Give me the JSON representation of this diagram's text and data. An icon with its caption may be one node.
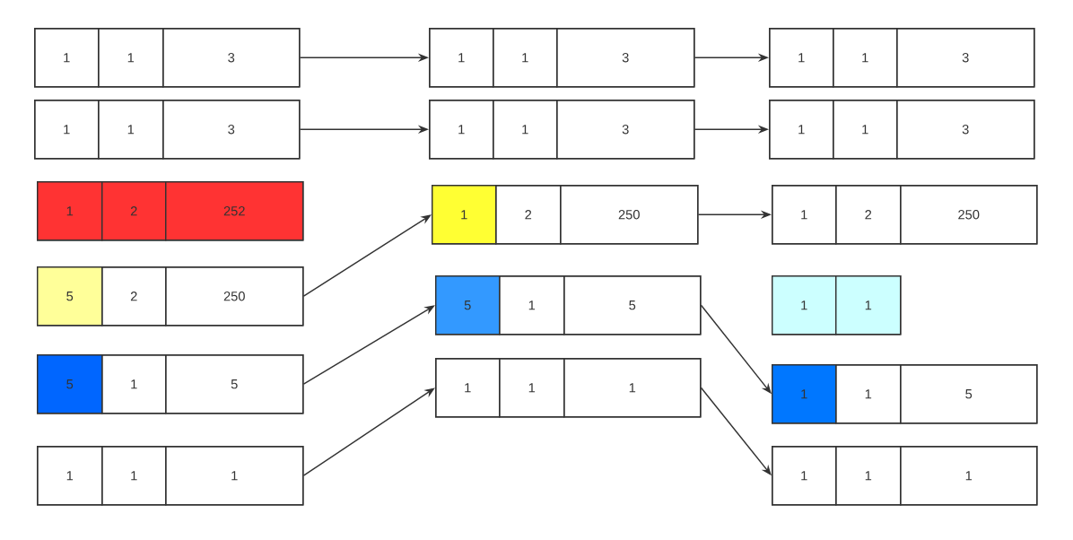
{
  "diagram": {
    "nodes": [
      {
        "text": [],
        "shape": "box"
      },
      {
        "text": [
          "1"
        ],
        "in": 0
      },
      {
        "text": [
          "1"
        ],
        "in": 0
      },
      {
        "text": [
          "3"
        ],
        "in": 0
      },
      {
        "text": [],
        "shape": "box"
      },
      {
        "text": [
          "1"
        ],
        "in": 4
      },
      {
        "text": [
          "1"
        ],
        "in": 4
      },
      {
        "text": [
          "3"
        ],
        "in": 4
      },
      {
        "text": [],
        "shape": "box"
      },
      {
        "text": [
          "1"
        ],
        "in": 8
      },
      {
        "text": [
          "2"
        ],
        "in": 8
      },
      {
        "text": [
          "252"
        ],
        "in": 8
      },
      {
        "text": [],
        "shape": "box"
      },
      {
        "text": [
          "5"
        ],
        "in": 12
      },
      {
        "text": [
          "2"
        ],
        "in": 12
      },
      {
        "text": [
          "250"
        ],
        "in": 12
      },
      {
        "text": [],
        "shape": "box"
      },
      {
        "text": [
          "5"
        ],
        "in": 16
      },
      {
        "text": [
          "1"
        ],
        "in": 16
      },
      {
        "text": [
          "5"
        ],
        "in": 16
      },
      {
        "text": [],
        "shape": "box"
      },
      {
        "text": [
          "1"
        ],
        "in": 20
      },
      {
        "text": [
          "1"
        ],
        "in": 20
      },
      {
        "text": [
          "1"
        ],
        "in": 20
      },
      {
        "text": [],
        "shape": "box"
      },
      {
        "text": [
          "1"
        ],
        "in": 24
      },
      {
        "text": [
          "1"
        ],
        "in": 24
      },
      {
        "text": [
          "3"
        ],
        "in": 24
      },
      {
        "text": [],
        "shape": "box"
      },
      {
        "text": [
          "1"
        ],
        "in": 28
      },
      {
        "text": [
          "1"
        ],
        "in": 28
      },
      {
        "text": [
          "3"
        ],
        "in": 28
      },
      {
        "text": [],
        "shape": "box"
      },
      {
        "text": [
          "1"
        ],
        "in": 32
      },
      {
        "text": [
          "2"
        ],
        "in": 32
      },
      {
        "text": [
          "250"
        ],
        "in": 32
      },
      {
        "text": [],
        "shape": "box"
      },
      {
        "text": [
          "5"
        ],
        "in": 36
      },
      {
        "text": [
          "1"
        ],
        "in": 36
      },
      {
        "text": [
          "5"
        ],
        "in": 36
      },
      {
        "text": [],
        "shape": "box"
      },
      {
        "text": [
          "1"
        ],
        "in": 40
      },
      {
        "text": [
          "1"
        ],
        "in": 40
      },
      {
        "text": [
          "1"
        ],
        "in": 40
      },
      {
        "text": [],
        "shape": "box"
      },
      {
        "text": [
          "1"
        ],
        "in": 44
      },
      {
        "text": [
          "1"
        ],
        "in": 44
      },
      {
        "text": [
          "3"
        ],
        "in": 44
      },
      {
        "text": [],
        "shape": "box"
      },
      {
        "text": [
          "1"
        ],
        "in": 48
      },
      {
        "text": [
          "1"
        ],
        "in": 48
      },
      {
        "text": [
          "3"
        ],
        "in": 48
      },
      {
        "text": [],
        "shape": "box"
      },
      {
        "text": [
          "1"
        ],
        "in": 52
      },
      {
        "text": [
          "2"
        ],
        "in": 52
      },
      {
        "text": [
          "250"
        ],
        "in": 52
      },
      {
        "text": [],
        "shape": "box"
      },
      {
        "text": [
          "1"
        ],
        "in": 56
      },
      {
        "text": [
          "1"
        ],
        "in": 56
      },
      {
        "text": [],
        "shape": "box"
      },
      {
        "text": [
          "1"
        ],
        "in": 59
      },
      {
        "text": [
          "1"
        ],
        "in": 59
      },
      {
        "text": [
          "5"
        ],
        "in": 59
      },
      {
        "text": [],
        "shape": "box"
      },
      {
        "text": [
          "1"
        ],
        "in": 63
      },
      {
        "text": [
          "1"
        ],
        "in": 63
      },
      {
        "text": [
          "1"
        ],
        "in": 63
      }
    ],
    "edges": [
      {
        "from": 0,
        "to": 24,
        "arrow": "to"
      },
      {
        "from": 4,
        "to": 28,
        "arrow": "to"
      },
      {
        "from": 12,
        "to": 32,
        "arrow": "to"
      },
      {
        "from": 16,
        "to": 36,
        "arrow": "to"
      },
      {
        "from": 20,
        "to": 40,
        "arrow": "to"
      },
      {
        "from": 24,
        "to": 44,
        "arrow": "to"
      },
      {
        "from": 28,
        "to": 48,
        "arrow": "to"
      },
      {
        "from": 32,
        "to": 52,
        "arrow": "to"
      },
      {
        "from": 36,
        "to": 59,
        "arrow": "to"
      },
      {
        "from": 40,
        "to": 63,
        "arrow": "to"
      }
    ]
  }
}
